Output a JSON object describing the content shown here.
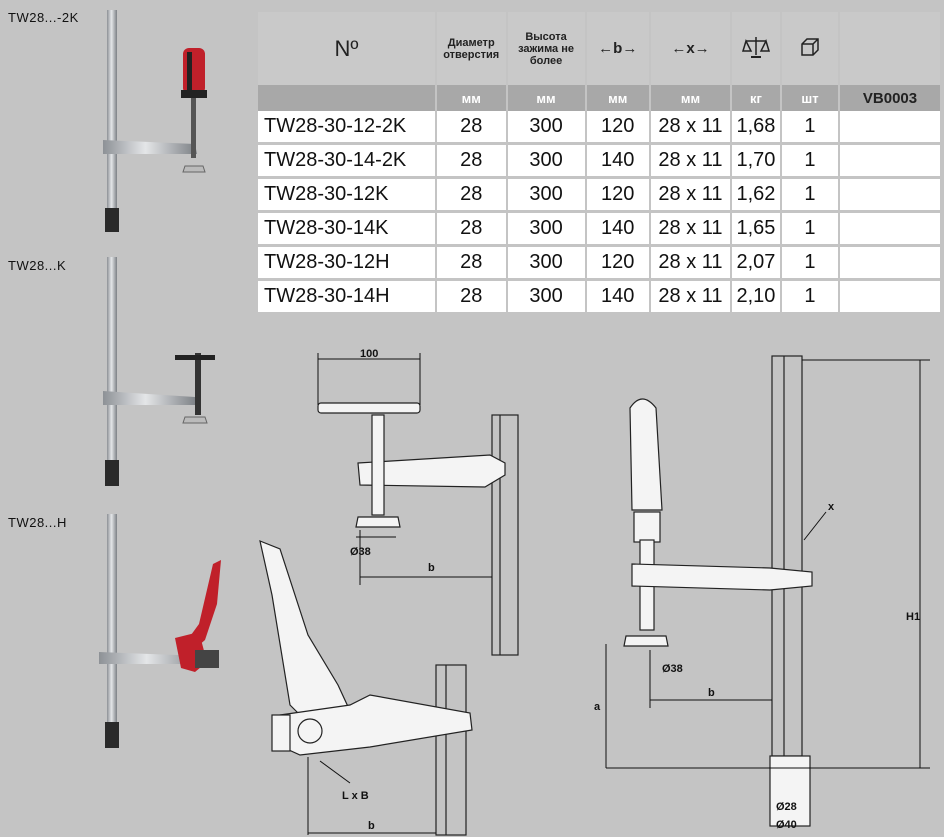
{
  "side_labels": {
    "clamp_2k": "TW28...-2K",
    "clamp_k": "TW28...K",
    "clamp_h": "TW28...H"
  },
  "table": {
    "headers": [
      "Nº",
      "Диаметр отверстия",
      "Высота зажима не более",
      "←b→",
      "←x→",
      "weight-icon",
      "box-icon",
      ""
    ],
    "units": [
      "",
      "мм",
      "мм",
      "мм",
      "мм",
      "кг",
      "шт",
      "VB0003"
    ],
    "rows": [
      [
        "TW28-30-12-2K",
        "28",
        "300",
        "120",
        "28 x 11",
        "1,68",
        "1",
        ""
      ],
      [
        "TW28-30-14-2K",
        "28",
        "300",
        "140",
        "28 x 11",
        "1,70",
        "1",
        ""
      ],
      [
        "TW28-30-12K",
        "28",
        "300",
        "120",
        "28 x 11",
        "1,62",
        "1",
        ""
      ],
      [
        "TW28-30-14K",
        "28",
        "300",
        "140",
        "28 x 11",
        "1,65",
        "1",
        ""
      ],
      [
        "TW28-30-12H",
        "28",
        "300",
        "120",
        "28 x 11",
        "2,07",
        "1",
        ""
      ],
      [
        "TW28-30-14H",
        "28",
        "300",
        "140",
        "28 x 11",
        "2,10",
        "1",
        ""
      ]
    ]
  },
  "drawing_labels": {
    "d100": "100",
    "d38a": "Ø38",
    "b1": "b",
    "lxb": "L x B",
    "b2": "b",
    "x": "x",
    "d38b": "Ø38",
    "b3": "b",
    "a": "a",
    "h1": "H1",
    "d28": "Ø28",
    "d40": "Ø40"
  },
  "colors": {
    "background": "#c4c4c4",
    "handle_red": "#c0202a",
    "metal": "#b8bcc0"
  }
}
